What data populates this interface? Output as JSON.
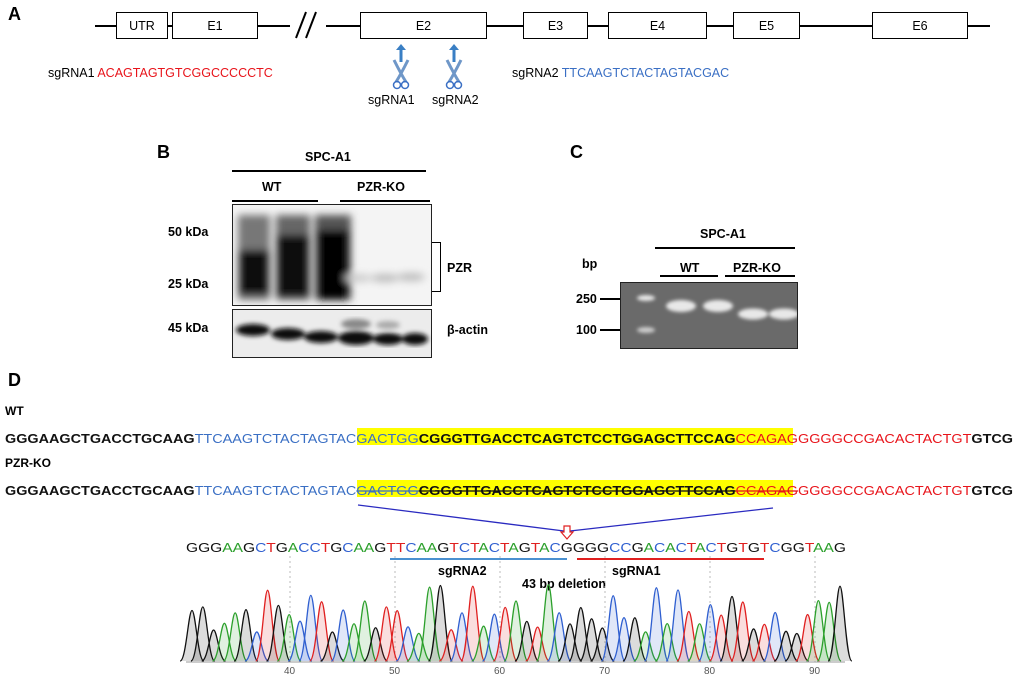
{
  "panel_a": {
    "label": "A",
    "exons": [
      "UTR",
      "E1",
      "E2",
      "E3",
      "E4",
      "E5",
      "E6"
    ],
    "sgrna1_label": "sgRNA1",
    "sgrna1_seq": "ACAGTAGTGTCGGCCCCCTC",
    "sgrna2_label": "sgRNA2",
    "sgrna2_seq": "TTCAAGTCTACTAGTACGAC",
    "cut1_label": "sgRNA1",
    "cut2_label": "sgRNA2",
    "colors": {
      "sgrna1": "#e8141b",
      "sgrna2": "#3a6fc4"
    }
  },
  "panel_b": {
    "label": "B",
    "cell_line": "SPC-A1",
    "groups": [
      "WT",
      "PZR-KO"
    ],
    "markers": [
      "50 kDa",
      "25 kDa",
      "45 kDa"
    ],
    "targets": [
      "PZR",
      "β-actin"
    ]
  },
  "panel_c": {
    "label": "C",
    "cell_line": "SPC-A1",
    "unit": "bp",
    "groups": [
      "WT",
      "PZR-KO"
    ],
    "ladder": [
      "250",
      "100"
    ]
  },
  "panel_d": {
    "label": "D",
    "wt_label": "WT",
    "ko_label": "PZR-KO",
    "seq": {
      "s1": "GGGAAGCTGACCTGCAAG",
      "s2": "TTCAAGTCTACTAGTAC",
      "s3": "GACTGG",
      "s4": "CGGGTTGACCTCAGTCTCCTGGAGCTTCCAG",
      "s5": "CCAGAG",
      "s6": "GGGGCCGACACTACTGT",
      "s7": "GTCG"
    },
    "chromatogram_seq": "GGGAAGCTGACCTGCAAGTTCAAGTCTACTAGTACGGGGCCGACACTACTGTGTCGGTAAG",
    "sgrna2_label": "sgRNA2",
    "sgrna1_label": "sgRNA1",
    "deletion_label": "43 bp deletion",
    "axis_ticks": [
      "40",
      "50",
      "60",
      "70",
      "80",
      "90"
    ],
    "base_colors": {
      "G": "#111111",
      "A": "#2ca02c",
      "T": "#e02020",
      "C": "#2f5fd0"
    },
    "highlight_color": "#ffff00"
  }
}
